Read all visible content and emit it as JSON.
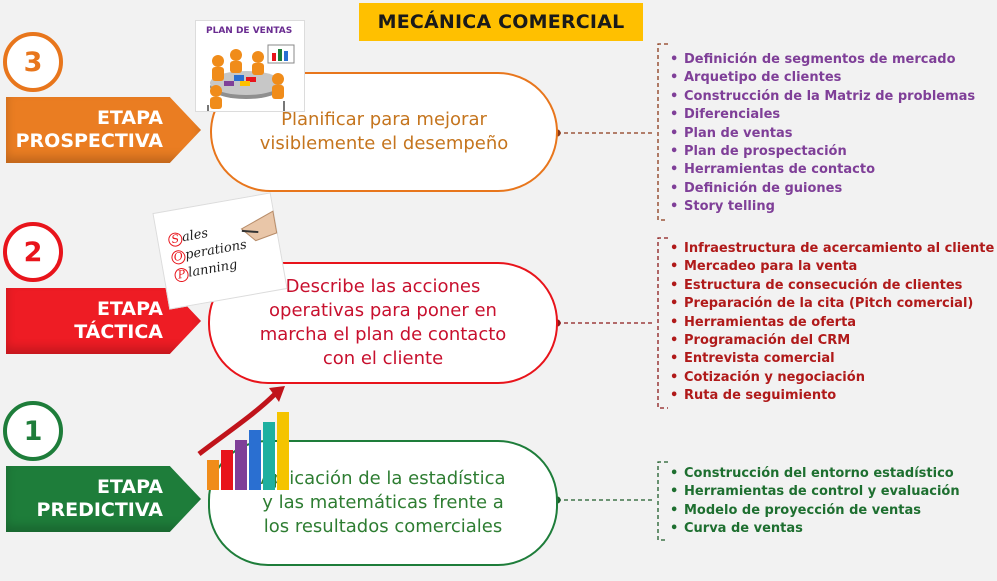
{
  "title": "MECÁNICA COMERCIAL",
  "stages": [
    {
      "number": "3",
      "label_line1": "ETAPA",
      "label_line2": "PROSPECTIVA",
      "description": "Planificar para mejorar visiblemente el desempeño",
      "color": "#e8761c",
      "text_color": "#c5751e",
      "bullets_color": "#7f3f98",
      "image_caption": "PLAN DE VENTAS",
      "items": [
        "Definición de segmentos de mercado",
        "Arquetipo de clientes",
        "Construcción de la Matriz de problemas",
        "Diferenciales",
        "Plan de ventas",
        "Plan de prospectación",
        "Herramientas de contacto",
        "Definición de guiones",
        "Story telling"
      ]
    },
    {
      "number": "2",
      "label_line1": "ETAPA",
      "label_line2": "TÁCTICA",
      "description": "Describe las acciones operativas para poner en marcha el plan de contacto con el cliente",
      "color": "#e8141b",
      "text_color": "#c8102e",
      "bullets_color": "#b01a1a",
      "image_caption": [
        "ales",
        "perations",
        "lanning"
      ],
      "image_initials": [
        "S",
        "O",
        "P"
      ],
      "items": [
        "Infraestructura de acercamiento al cliente",
        "Mercadeo para la venta",
        "Estructura de consecución de clientes",
        "Preparación de la cita (Pitch comercial)",
        "Herramientas de oferta",
        "Programación del CRM",
        "Entrevista comercial",
        "Cotización y negociación",
        "Ruta de seguimiento"
      ]
    },
    {
      "number": "1",
      "label_line1": "ETAPA",
      "label_line2": "PREDICTIVA",
      "description": "Aplicación de la estadística y las matemáticas frente a los resultados comerciales",
      "color": "#1e7d3a",
      "text_color": "#2e7d32",
      "bullets_color": "#1e6f30",
      "items": [
        "Construcción del entorno estadístico",
        "Herramientas de control y evaluación",
        "Modelo de proyección de ventas",
        "Curva de ventas"
      ]
    }
  ]
}
